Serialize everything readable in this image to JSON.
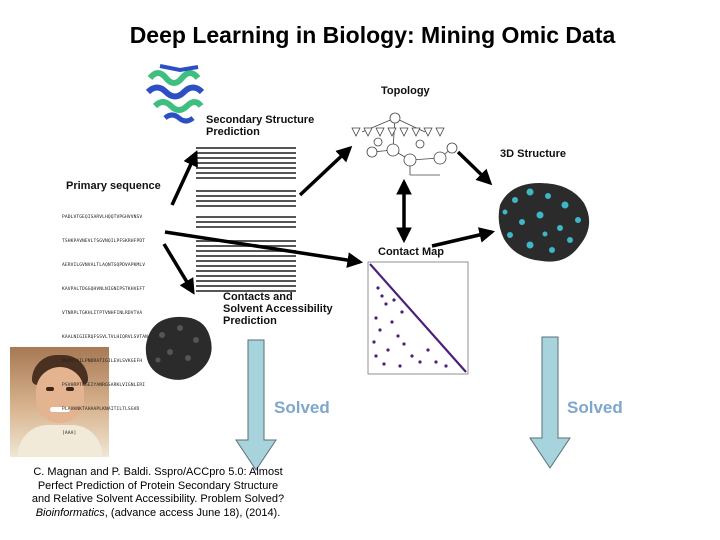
{
  "title": "Deep Learning in Biology: Mining Omic Data",
  "labels": {
    "secondary": [
      "Secondary Structure",
      "Prediction"
    ],
    "topology": "Topology",
    "primary": "Primary sequence",
    "structure3d": "3D Structure",
    "contact_map": "Contact Map",
    "contacts": [
      "Contacts and",
      "Solvent Accessibility",
      "Prediction"
    ]
  },
  "solved_left": "Solved",
  "solved_right": "Solved",
  "sequence_lines": [
    "PADLVTGEQISARVLHQQTVPGHVVNSV",
    "TSHKPAVNEVLTSGVNQILPFSKRHFPDT",
    "AERVILGVNVALTLAQNTGQPDVAPKMLV",
    "KAVPALTDGGQHVNLNIGNIPSTKHVEFT",
    "VTNRPLTGKHLITPTVNHFINLRDVTVA",
    "KAALNIGIERQFSSVLTVLHIQRVLSVTAN",
    "NEKVTAILPNDRATIGILEVLSVKGEFH",
    "PSVHRPTGGEIYANRGSARKLVIGNLERI",
    "PLAVKNKTAHAAPLKNAITILTLSGVD",
    "[AAA]"
  ],
  "citation": {
    "line1": "C. Magnan and P. Baldi. Sspro/ACCpro 5.0: Almost",
    "line2": "Perfect Prediction of Protein Secondary Structure",
    "line3": "and Relative Solvent Accessibility. Problem Solved?",
    "journal": "Bioinformatics",
    "line4_rest": ", (advance access June 18), (2014)."
  },
  "colors": {
    "arrow_fill": "#a6d3dc",
    "arrow_stroke": "#5a6e78",
    "solved_text": "#7fa7cc",
    "contact_points": "#4b1f7a",
    "ribbon_green": "#3fbf7f",
    "ribbon_blue": "#2d4fc4",
    "surface_dark": "#2b2b2b",
    "surface_cyan": "#3fb6c7"
  }
}
